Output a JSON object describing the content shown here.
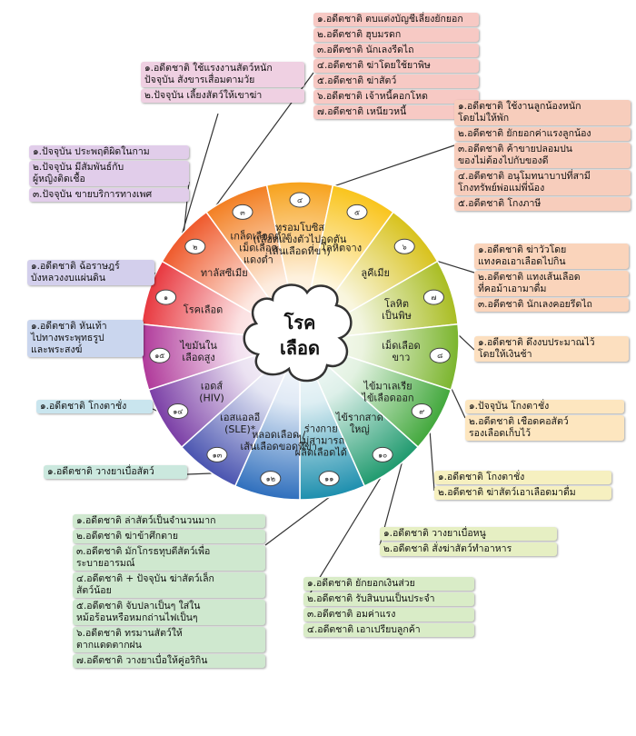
{
  "center": {
    "line1": "โรค",
    "line2": "เลือด"
  },
  "segments": [
    {
      "num": "๑",
      "label": [
        "โรคเลือด"
      ],
      "color": "#e8383f"
    },
    {
      "num": "๒",
      "label": [
        "ทาลัสซีเมีย"
      ],
      "color": "#ef5a2c"
    },
    {
      "num": "๓",
      "label": [
        "เกล็ดเลือดต่ำ",
        "เม็ดเลือด",
        "แดงต่ำ"
      ],
      "color": "#f37f22"
    },
    {
      "num": "๔",
      "label": [
        "ทรอมโบซิส",
        "(เลือดแข็งตัวไปอุดตัน",
        "เส้นเลือดที่ขา)"
      ],
      "color": "#f7a21c"
    },
    {
      "num": "๕",
      "label": [
        "โลหิตจาง"
      ],
      "color": "#f9c41b"
    },
    {
      "num": "๖",
      "label": [
        "ลูคีเมีย"
      ],
      "color": "#d8c21c"
    },
    {
      "num": "๗",
      "label": [
        "โลหิต",
        "เป็นพิษ"
      ],
      "color": "#a9bd22"
    },
    {
      "num": "๘",
      "label": [
        "เม็ดเลือด",
        "ขาว"
      ],
      "color": "#7bb52d"
    },
    {
      "num": "๙",
      "label": [
        "ไข้มาเลเรีย",
        "ไข้เลือดออก"
      ],
      "color": "#42a83c"
    },
    {
      "num": "๑๐",
      "label": [
        "ไข้รากสาด",
        "ใหญ่"
      ],
      "color": "#1f9a6e"
    },
    {
      "num": "๑๑",
      "label": [
        "ร่างกาย",
        "ไม่สามารถ",
        "ผลิตเลือดได้"
      ],
      "color": "#1d8fae"
    },
    {
      "num": "๑๒",
      "label": [
        "หลอดเลือด /",
        "เส้นเลือดขอดที่ขา"
      ],
      "color": "#2f6fbd"
    },
    {
      "num": "๑๓",
      "label": [
        "เอสแอลอี",
        "(SLE)*"
      ],
      "color": "#4a54b0"
    },
    {
      "num": "๑๔",
      "label": [
        "เอดส์",
        "(HIV)"
      ],
      "color": "#7b3fa6"
    },
    {
      "num": "๑๕",
      "label": [
        "ไขมันใน",
        "เลือดสูง"
      ],
      "color": "#b0399a"
    }
  ],
  "boxes": [
    {
      "color": "#f7c9c4",
      "items": [
        "๑.อดีตชาติ ตบแต่งบัญชีเลี่ยงยักยอก",
        "๒.อดีตชาติ ฮุบมรดก",
        "๓.อดีตชาติ นักเลงรีดไถ",
        "๔.อดีตชาติ ฆ่าโดยใช้ยาพิษ",
        "๕.อดีตชาติ ฆ่าสัตว์",
        "๖.อดีตชาติ เจ้าหนี้คอกโหด",
        "๗.อดีตชาติ เหนียวหนี้"
      ]
    },
    {
      "color": "#f7cdbc",
      "items": [
        "๑.อดีตชาติ ใช้งานลูกน้องหนัก\nโดยไม่ให้พัก",
        "๒.อดีตชาติ ยักยอกค่าแรงลูกน้อง",
        "๓.อดีตชาติ ค้าขายปลอมปน\nของไม่ต้องไปกับของดี",
        "๔.อดีตชาติ อนุโมทนาบาปที่สามี\nโกงทรัพย์พ่อแม่พี่น้อง",
        "๕.อดีตชาติ โกงภาษี"
      ]
    },
    {
      "color": "#fad4bb",
      "items": [
        "๑.อดีตชาติ ฆ่าวัวโดย\nแทงคอเอาเลือดไปกิน",
        "๒.อดีตชาติ แทงเส้นเลือด\nที่คอม้าเอามาดื่ม",
        "๓.อดีตชาติ นักเลงคอยรีดไถ"
      ]
    },
    {
      "color": "#fcdfbf",
      "items": [
        "๑.อดีตชาติ ดึงงบประมาณไว้\nโดยให้เงินช้า"
      ]
    },
    {
      "color": "#fde6bf",
      "items": [
        "๑.ปัจจุบัน โกงตาชั่ง",
        "๒.อดีตชาติ เชือดคอสัตว์\nรองเลือดเก็บไว้"
      ]
    },
    {
      "color": "#f6f0c0",
      "items": [
        "๑.อดีตชาติ โกงตาชั่ง",
        "๒.อดีตชาติ ฆ่าสัตว์เอาเลือดมาดื่ม"
      ]
    },
    {
      "color": "#e6efc3",
      "items": [
        "๑.อดีตชาติ วางยาเบื่อหนู",
        "๒.อดีตชาติ สั่งฆ่าสัตว์ทำอาหาร"
      ]
    },
    {
      "color": "#d9ecc7",
      "items": [
        "๑.อดีตชาติ ยักยอกเงินส่วย",
        "๒.อดีตชาติ รับสินบนเป็นประจำ",
        "๓.อดีตชาติ อมค่าแรง",
        "๔.อดีตชาติ เอาเปรียบลูกค้า"
      ]
    },
    {
      "color": "#cfe8cf",
      "items": [
        "๑.อดีตชาติ ล่าสัตว์เป็นจำนวนมาก",
        "๒.อดีตชาติ ฆ่าข้าศึกตาย",
        "๓.อดีตชาติ มักโกรธทุบตีสัตว์เพื่อ\nระบายอารมณ์",
        "๔.อดีตชาติ + ปัจจุบัน ฆ่าสัตว์เล็ก\nสัตว์น้อย",
        "๕.อดีตชาติ จับปลาเป็นๆ ใส่ใน\nหม้อร้อนหรือหมกถ่านไฟเป็นๆ",
        "๖.อดีตชาติ ทรมานสัตว์ให้\nตากแดดตากฝน",
        "๗.อดีตชาติ วางยาเบื่อให้คู่อริกิน"
      ]
    },
    {
      "color": "#cbe8de",
      "items": [
        "๑.อดีตชาติ วางยาเบื่อสัตว์"
      ]
    },
    {
      "color": "#c9e5ee",
      "items": [
        "๑.อดีตชาติ โกงตาชั่ง"
      ]
    },
    {
      "color": "#cad6ee",
      "items": [
        "๑.อดีตชาติ หันเท้า\nไปทางพระพุทธรูป\nและพระสงฆ์"
      ]
    },
    {
      "color": "#d3cfec",
      "items": [
        "๑.อดีตชาติ ฉ้อราษฎร์\nบังหลวงงบแผ่นดิน"
      ]
    },
    {
      "color": "#e1cdea",
      "items": [
        "๑.ปัจจุบัน ประพฤติผิดในกาม",
        "๒.ปัจจุบัน มีสัมพันธ์กับ\nผู้หญิงติดเชื้อ",
        "๓.ปัจจุบัน ขายบริการทางเพศ"
      ]
    },
    {
      "color": "#efd0e2",
      "items": [
        "๑.อดีตชาติ ใช้แรงงานสัตว์หนัก\nปัจจุบัน สังขารเสื่อมตามวัย",
        "๒.ปัจจุบัน เลี้ยงสัตว์ให้เขาฆ่า"
      ]
    }
  ]
}
